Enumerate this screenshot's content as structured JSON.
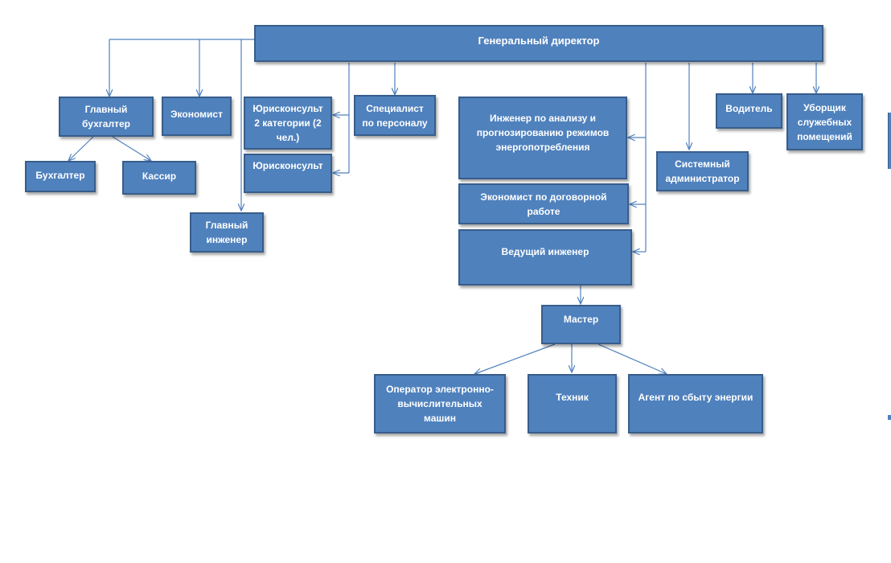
{
  "nodes": {
    "director": "Генеральный директор",
    "chief_accountant": "Главный\nбухгалтер",
    "economist": "Экономист",
    "legal_counsel_cat2": "Юрисконсульт\n2 категории (2\nчел.)",
    "legal_counsel": "Юрисконсульт",
    "hr_specialist": "Специалист\nпо персоналу",
    "engineer_analysis": "Инженер по анализу и\nпрогнозированию режимов\nэнергопотребления",
    "driver": "Водитель",
    "cleaner": "Уборщик\nслужебных\nпомещений",
    "accountant": "Бухгалтер",
    "cashier": "Кассир",
    "sysadmin": "Системный\nадминистратор",
    "contract_economist": "Экономист по договорной\nработе",
    "chief_engineer": "Главный\nинженер",
    "lead_engineer": "Ведущий инженер",
    "master": "Мастер",
    "computer_operator": "Оператор электронно-\nвычислительных\nмашин",
    "technician": "Техник",
    "energy_sales_agent": "Агент по сбыту энергии"
  },
  "colors": {
    "box_fill": "#4f81bd",
    "box_border": "#385d8a",
    "box_text": "#ffffff",
    "connector": "#4f81bd"
  }
}
